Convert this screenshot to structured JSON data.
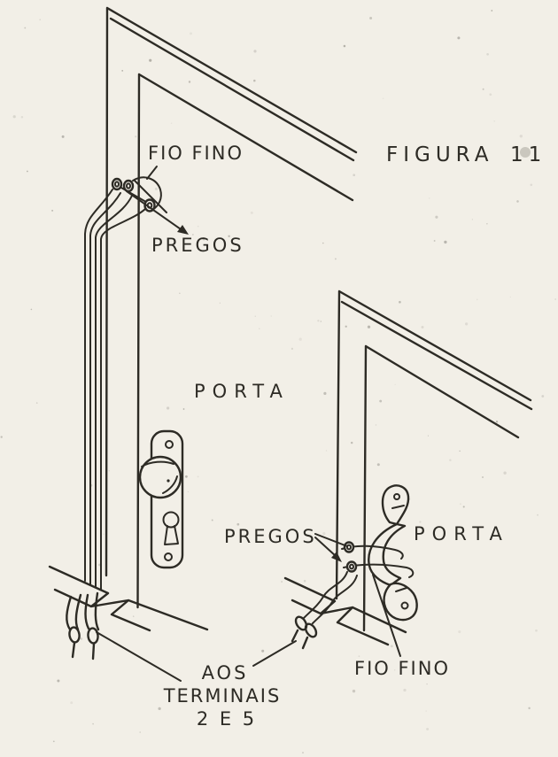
{
  "figure_caption": {
    "word": "FIGURA",
    "number": "11"
  },
  "left_door": {
    "thin_wire_label": "FIO FINO",
    "nails_label": "PREGOS",
    "door_label": "PORTA"
  },
  "right_door": {
    "door_label": "PORTA",
    "nails_label": "PREGOS",
    "thin_wire_label": "FIO FINO"
  },
  "terminals_note": {
    "line1": "AOS",
    "line2": "TERMINAIS",
    "line3": "2 E 5"
  },
  "colors": {
    "paper": "#f2efe7",
    "ink": "#2d2b25"
  }
}
